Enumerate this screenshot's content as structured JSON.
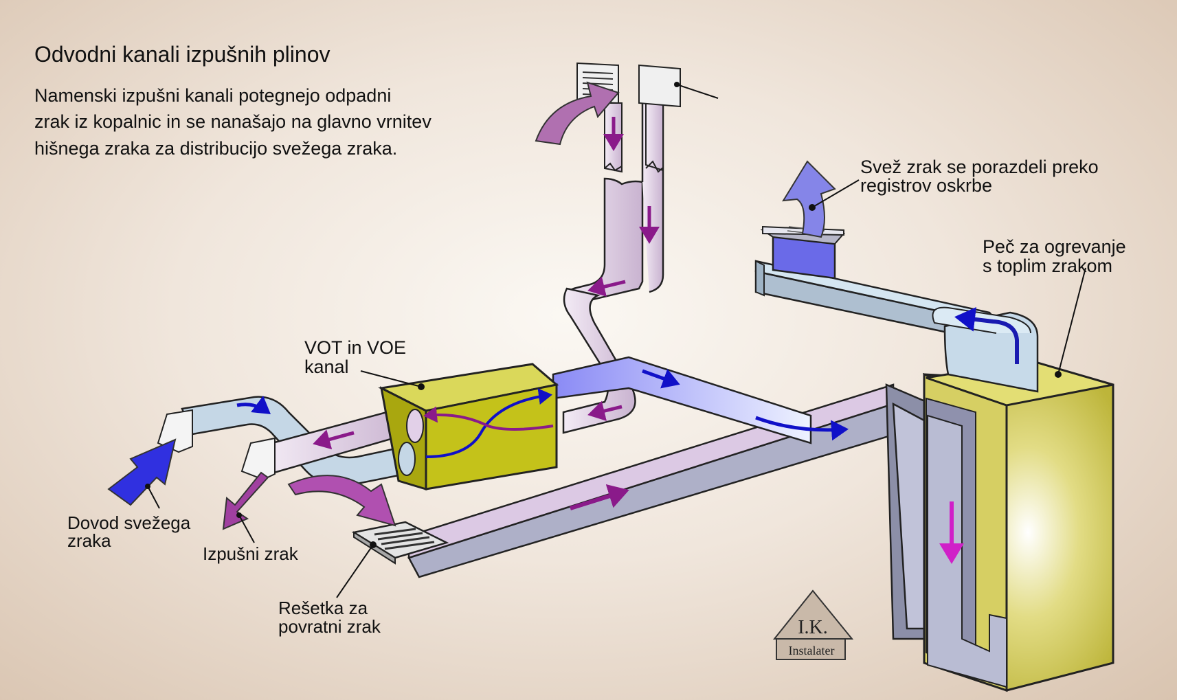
{
  "title": "Odvodni kanali izpušnih plinov",
  "description": "Namenski izpušni kanali potegnejo odpadni\nzrak iz kopalnic in se nanašajo na glavno vrnitev\nhišnega zraka za distribucijo svežega zraka.",
  "labels": {
    "supply_register": "Svež zrak se porazdeli preko\nregistrov oskrbe",
    "furnace": "Peč za ogrevanje\ns toplim zrakom",
    "erv": "VOT in VOE\nkanal",
    "fresh_air_intake": "Dovod svežega\nzraka",
    "exhaust_air": "Izpušni zrak",
    "return_grille": "Rešetka za\npovratni zrak"
  },
  "logo": {
    "initials": "I.K.",
    "name": "Instalater"
  },
  "colors": {
    "fresh_arrow": "#1010c8",
    "exhaust_arrow": "#8a1a8a",
    "supply_duct": "#c8dff0",
    "exhaust_duct": "#ddc6e4",
    "unit_body": "#c8c820",
    "furnace_body": "#cfc850"
  }
}
